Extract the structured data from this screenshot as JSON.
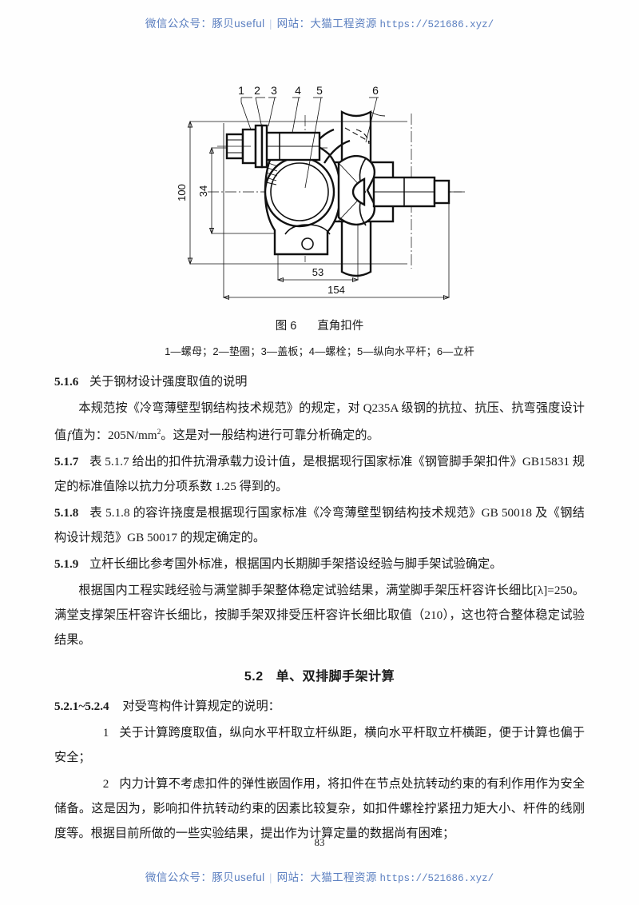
{
  "watermark": {
    "wechat_label": "微信公众号：",
    "wechat_value": "豚贝useful",
    "separator": "|",
    "site_label": "网站：",
    "site_value": "大猫工程资源",
    "url": "https://521686.xyz/"
  },
  "figure": {
    "caption_number": "图 6",
    "caption_title": "直角扣件",
    "legend": "1—螺母；2—垫圈；3—盖板；4—螺栓；5—纵向水平杆；6—立杆",
    "callouts": [
      "1",
      "2",
      "3",
      "4",
      "5",
      "6"
    ],
    "dimensions": {
      "height_overall": "100",
      "height_inner": "34",
      "width_inner": "53",
      "width_overall": "154"
    },
    "parts": [
      {
        "id": "1",
        "name": "螺母"
      },
      {
        "id": "2",
        "name": "垫圈"
      },
      {
        "id": "3",
        "name": "盖板"
      },
      {
        "id": "4",
        "name": "螺栓"
      },
      {
        "id": "5",
        "name": "纵向水平杆"
      },
      {
        "id": "6",
        "name": "立杆"
      }
    ]
  },
  "sections": {
    "s516": {
      "number": "5.1.6",
      "title": "关于钢材设计强度取值的说明",
      "body_a": "本规范按《冷弯薄壁型钢结构技术规范》的规定，对 Q235A 级钢的抗拉、抗压、抗弯强度设计值",
      "body_f": "f",
      "body_b": "值为：205N/mm",
      "body_sup": "2",
      "body_c": "。这是对一般结构进行可靠分析确定的。"
    },
    "s517": {
      "number": "5.1.7",
      "body": "表 5.1.7 给出的扣件抗滑承载力设计值，是根据现行国家标准《钢管脚手架扣件》GB15831 规定的标准值除以抗力分项系数 1.25 得到的。"
    },
    "s518": {
      "number": "5.1.8",
      "body": "表 5.1.8 的容许挠度是根据现行国家标准《冷弯薄壁型钢结构技术规范》GB 50018 及《钢结构设计规范》GB 50017 的规定确定的。"
    },
    "s519": {
      "number": "5.1.9",
      "body": "立杆长细比参考国外标准，根据国内长期脚手架搭设经验与脚手架试验确定。",
      "para2": "根据国内工程实践经验与满堂脚手架整体稳定试验结果，满堂脚手架压杆容许长细比[λ]=250。满堂支撑架压杆容许长细比，按脚手架双排受压杆容许长细比取值（210），这也符合整体稳定试验结果。"
    },
    "s52": {
      "number": "5.2",
      "title": "单、双排脚手架计算"
    },
    "s521": {
      "number": "5.2.1~5.2.4",
      "title": "对受弯构件计算规定的说明：",
      "item1_num": "1",
      "item1": "关于计算跨度取值，纵向水平杆取立杆纵距，横向水平杆取立杆横距，便于计算也偏于安全；",
      "item2_num": "2",
      "item2": "内力计算不考虑扣件的弹性嵌固作用，将扣件在节点处抗转动约束的有利作用作为安全储备。这是因为，影响扣件抗转动约束的因素比较复杂，如扣件螺栓拧紧扭力矩大小、杆件的线刚度等。根据目前所做的一些实验结果，提出作为计算定量的数据尚有困难；"
    }
  },
  "page_number": "83",
  "colors": {
    "watermark": "#5b7fc0",
    "text": "#1a1a1a",
    "line": "#111111"
  }
}
